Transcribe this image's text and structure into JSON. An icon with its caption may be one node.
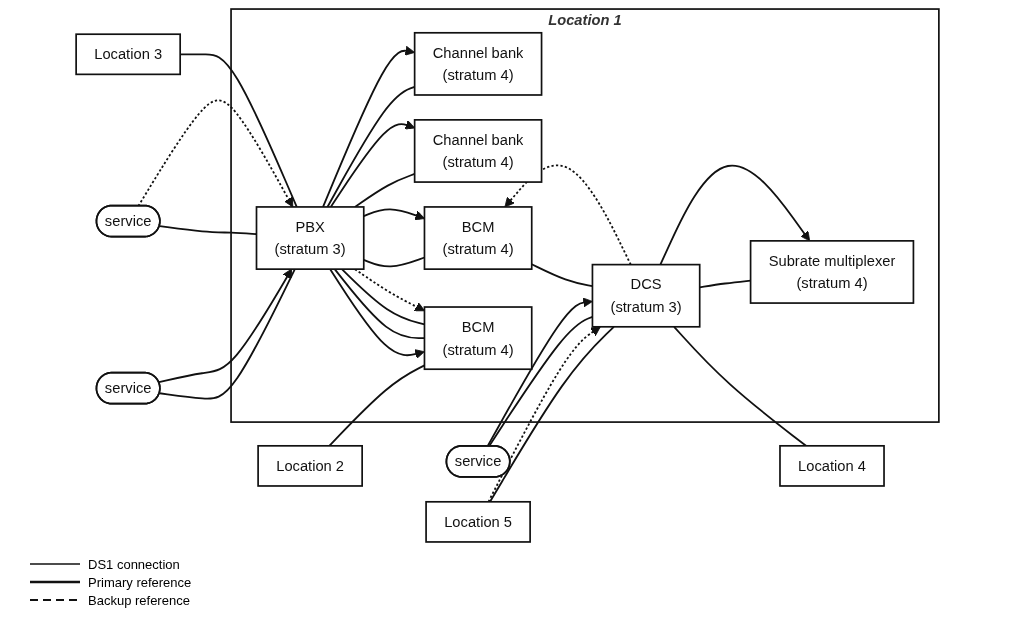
{
  "diagram": {
    "nodes": [
      {
        "text": [
          "Location 1"
        ]
      },
      {
        "text": [
          "BCM",
          "(stratum 4)"
        ],
        "in": 0
      },
      {
        "text": [
          "PBX",
          "(stratum 3)"
        ],
        "in": 0
      },
      {
        "text": [
          "BCM",
          "(stratum 4)"
        ],
        "in": 0
      },
      {
        "text": [
          "DCS",
          "(stratum 3)"
        ],
        "in": 0
      },
      {
        "text": [
          "Channel bank",
          "(stratum 4)"
        ],
        "in": 0
      },
      {
        "text": [
          "Channel bank",
          "(stratum 4)"
        ],
        "in": 0
      },
      {
        "text": [
          "Subrate multiplexer",
          "(stratum 4)"
        ],
        "in": 0
      },
      {
        "text": [
          "Location 2"
        ]
      },
      {
        "text": [
          "service"
        ]
      },
      {
        "text": [
          "service"
        ]
      },
      {
        "text": [
          "Location 3"
        ]
      },
      {
        "text": [
          "service"
        ]
      },
      {
        "text": [
          "Location 4"
        ]
      },
      {
        "text": [
          "Location 5"
        ]
      }
    ],
    "edges": [
      {
        "from": 8,
        "to": 1,
        "arrow": "none"
      },
      {
        "from": 2,
        "to": 1,
        "arrow": "to"
      },
      {
        "from": 2,
        "to": 1,
        "arrow": "none"
      },
      {
        "from": 2,
        "to": 1,
        "arrow": "none"
      },
      {
        "from": 2,
        "to": 1,
        "arrow": "to",
        "style": "dashed"
      },
      {
        "from": 9,
        "to": 2,
        "arrow": "none"
      },
      {
        "from": 9,
        "to": 2,
        "arrow": "to"
      },
      {
        "from": 10,
        "to": 2,
        "arrow": "none"
      },
      {
        "from": 10,
        "to": 2,
        "arrow": "to",
        "style": "dashed"
      },
      {
        "from": 11,
        "to": 2,
        "arrow": "none"
      },
      {
        "from": 2,
        "to": 3,
        "arrow": "none"
      },
      {
        "from": 2,
        "to": 3,
        "arrow": "to"
      },
      {
        "from": 4,
        "to": 3,
        "arrow": "to",
        "style": "dashed"
      },
      {
        "from": 3,
        "to": 4,
        "arrow": "none"
      },
      {
        "from": 12,
        "to": 4,
        "arrow": "none"
      },
      {
        "from": 12,
        "to": 4,
        "arrow": "to"
      },
      {
        "from": 4,
        "to": 13,
        "arrow": "none"
      },
      {
        "from": 14,
        "to": 4,
        "arrow": "none"
      },
      {
        "from": 14,
        "to": 4,
        "arrow": "to",
        "style": "dashed"
      },
      {
        "from": 2,
        "to": 5,
        "arrow": "none"
      },
      {
        "from": 2,
        "to": 5,
        "arrow": "to"
      },
      {
        "from": 2,
        "to": 6,
        "arrow": "none"
      },
      {
        "from": 2,
        "to": 6,
        "arrow": "to"
      },
      {
        "from": 4,
        "to": 7,
        "arrow": "none"
      },
      {
        "from": 4,
        "to": 7,
        "arrow": "to"
      }
    ],
    "legend": [
      {
        "text": "DS1 connection"
      },
      {
        "text": "Primary reference"
      },
      {
        "text": "Backup reference"
      }
    ]
  }
}
